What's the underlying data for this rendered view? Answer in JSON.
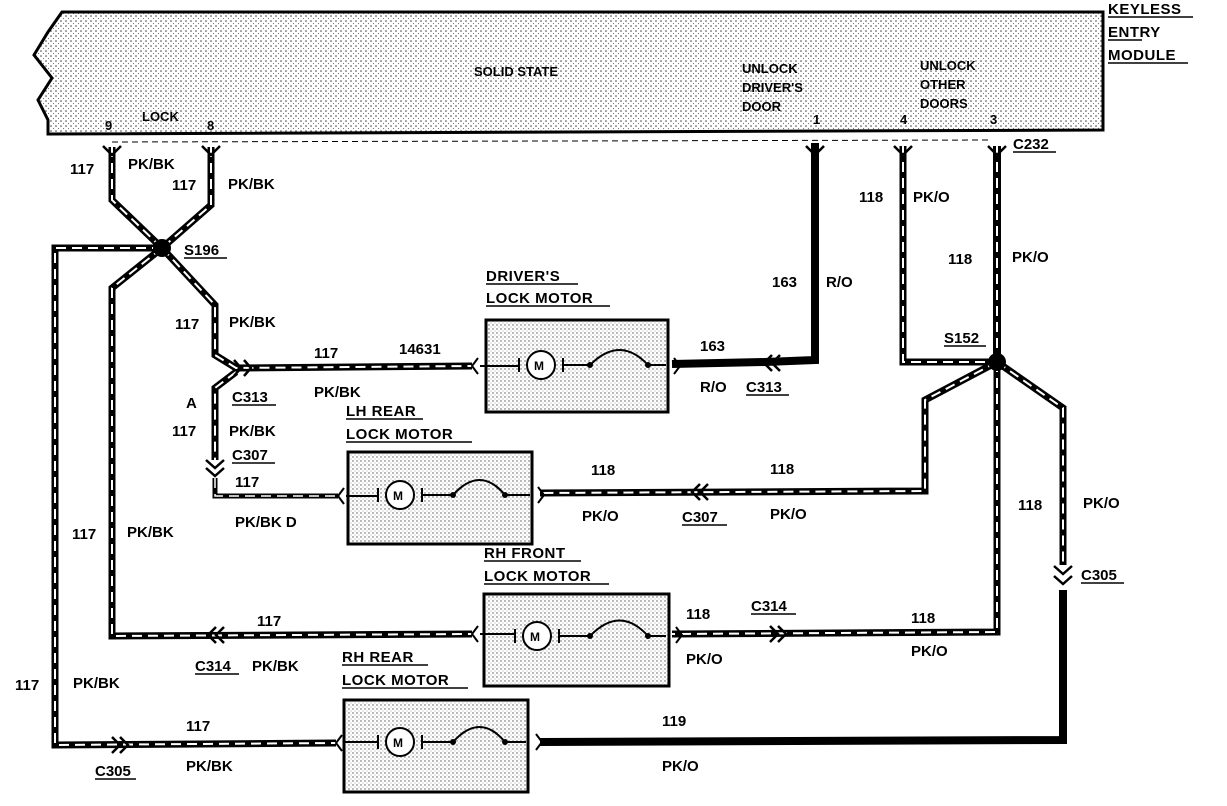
{
  "module": {
    "title_lines": [
      "KEYLESS",
      "ENTRY",
      "MODULE"
    ],
    "body_label": "SOLID STATE",
    "lock_label": "LOCK",
    "pin_labels": [
      "9",
      "8",
      "1",
      "4",
      "3"
    ],
    "unlock_driver_lines": [
      "UNLOCK",
      "DRIVER'S",
      "DOOR"
    ],
    "unlock_other_lines": [
      "UNLOCK",
      "OTHER",
      "DOORS"
    ],
    "connector": "C232"
  },
  "splices": {
    "left": "S196",
    "right": "S152"
  },
  "motors": {
    "driver": {
      "title_lines": [
        "DRIVER'S",
        "LOCK MOTOR"
      ],
      "symbol": "M"
    },
    "lh_rear": {
      "title_lines": [
        "LH REAR",
        "LOCK MOTOR"
      ],
      "symbol": "M"
    },
    "rh_front": {
      "title_lines": [
        "RH FRONT",
        "LOCK MOTOR"
      ],
      "symbol": "M"
    },
    "rh_rear": {
      "title_lines": [
        "RH REAR",
        "LOCK MOTOR"
      ],
      "symbol": "M"
    }
  },
  "labels": {
    "w117_pin9": "117",
    "c_pkbk_pin9": "PK/BK",
    "w117_pin8": "117",
    "c_pkbk_pin8": "PK/BK",
    "w117_mid": "117",
    "c_pkbk_mid": "PK/BK",
    "w117_drv": "117",
    "w14631": "14631",
    "c_pkbk_drv": "PK/BK",
    "pin_a": "A",
    "w117_lhr_v": "117",
    "c_pkbk_lhr_v": "PK/BK",
    "w117_lhr_h": "117",
    "c_pkbk_d": "PK/BK D",
    "c313_left": "C313",
    "c307_left": "C307",
    "w163_bot": "163",
    "c_ro_bot": "R/O",
    "c313_right": "C313",
    "w163_vert": "163",
    "c_ro_vert": "R/O",
    "w118_a": "118",
    "c_pko_a": "PK/O",
    "w118_b": "118",
    "c_pko_b": "PK/O",
    "s152": "S152",
    "w118_lhr_l": "118",
    "c_pko_lhr_l": "PK/O",
    "c307_mid": "C307",
    "w118_lhr_r": "118",
    "c_pko_lhr_r": "PK/O",
    "w118_c": "118",
    "c_pko_c": "PK/O",
    "c305_right": "C305",
    "w117_left_inner": "117",
    "c_pkbk_left_inner": "PK/BK",
    "w117_rhf": "117",
    "c314_left": "C314",
    "c_pkbk_rhf": "PK/BK",
    "w118_rhf_l": "118",
    "c_pko_rhf_l": "PK/O",
    "c314_right": "C314",
    "w118_rhf_r": "118",
    "c_pko_rhf_r": "PK/O",
    "w117_left_outer": "117",
    "c_pkbk_left_outer": "PK/BK",
    "w117_rhr": "117",
    "c305_left": "C305",
    "c_pkbk_rhr": "PK/BK",
    "w119": "119",
    "c_pko_rhr": "PK/O"
  }
}
